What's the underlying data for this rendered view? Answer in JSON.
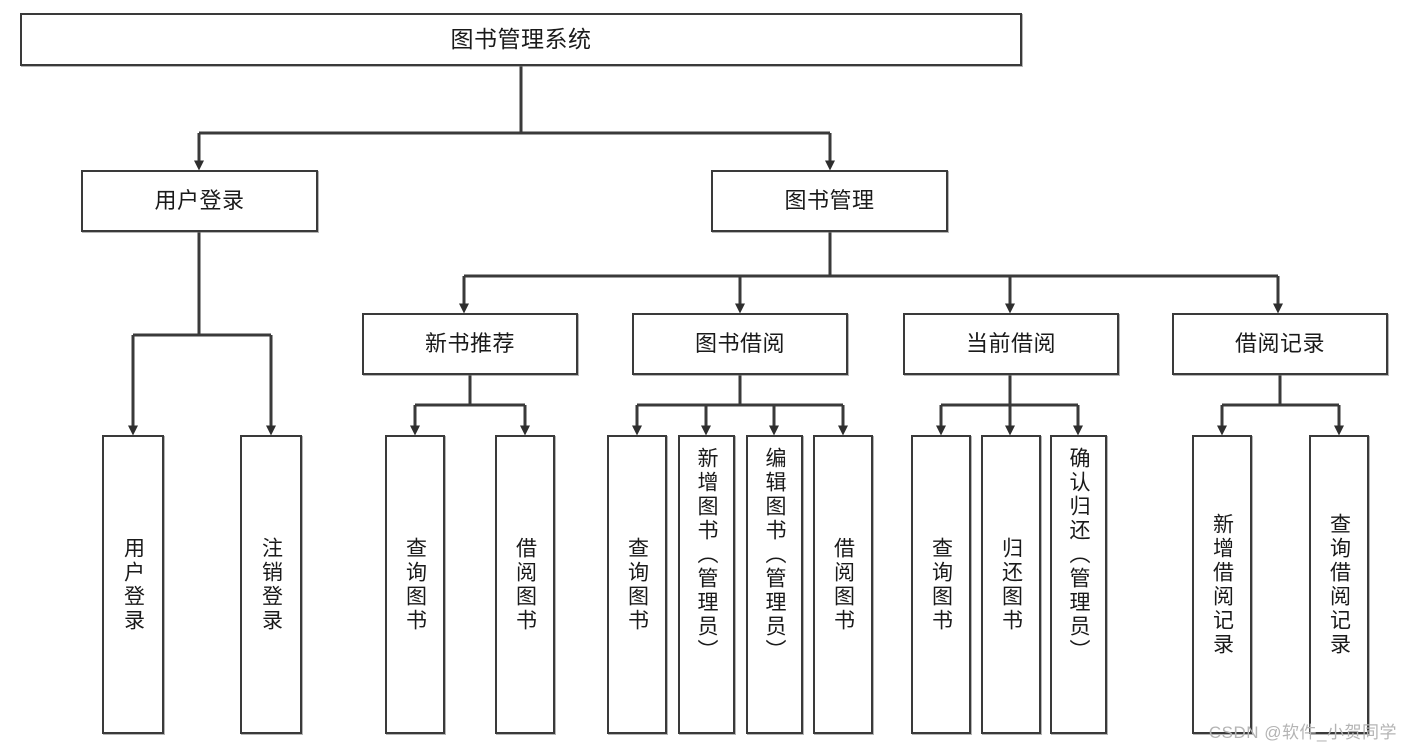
{
  "diagram": {
    "title": "图书管理系统",
    "type": "hierarchy-tree",
    "levels": 4,
    "nodes": {
      "root": {
        "label": "图书管理系统"
      },
      "level2": [
        {
          "id": "user-login",
          "label": "用户登录"
        },
        {
          "id": "book-manage",
          "label": "图书管理"
        }
      ],
      "level3": [
        {
          "id": "new-book-rec",
          "label": "新书推荐",
          "parent": "book-manage"
        },
        {
          "id": "book-borrow",
          "label": "图书借阅",
          "parent": "book-manage"
        },
        {
          "id": "current-borrow",
          "label": "当前借阅",
          "parent": "book-manage"
        },
        {
          "id": "borrow-record",
          "label": "借阅记录",
          "parent": "book-manage"
        }
      ],
      "leaves": [
        {
          "id": "leaf-user-login",
          "label": "用户登录",
          "parent": "user-login"
        },
        {
          "id": "leaf-logout",
          "label": "注销登录",
          "parent": "user-login"
        },
        {
          "id": "leaf-query-book-1",
          "label": "查询图书",
          "parent": "new-book-rec"
        },
        {
          "id": "leaf-borrow-book-1",
          "label": "借阅图书",
          "parent": "new-book-rec"
        },
        {
          "id": "leaf-query-book-2",
          "label": "查询图书",
          "parent": "book-borrow"
        },
        {
          "id": "leaf-add-book",
          "label": "新增图书（管理员）",
          "parent": "book-borrow"
        },
        {
          "id": "leaf-edit-book",
          "label": "编辑图书（管理员）",
          "parent": "book-borrow"
        },
        {
          "id": "leaf-borrow-book-2",
          "label": "借阅图书",
          "parent": "book-borrow"
        },
        {
          "id": "leaf-query-book-3",
          "label": "查询图书",
          "parent": "current-borrow"
        },
        {
          "id": "leaf-return-book",
          "label": "归还图书",
          "parent": "current-borrow"
        },
        {
          "id": "leaf-confirm-return",
          "label": "确认归还（管理员）",
          "parent": "current-borrow"
        },
        {
          "id": "leaf-add-record",
          "label": "新增借阅记录",
          "parent": "borrow-record"
        },
        {
          "id": "leaf-query-record",
          "label": "查询借阅记录",
          "parent": "borrow-record"
        }
      ]
    },
    "watermark": "CSDN @软件_小贺同学",
    "colors": {
      "stroke": "#3a3a3a",
      "fill": "#ffffff",
      "text": "#1a1a1a",
      "watermark": "#b4b4b4"
    }
  }
}
